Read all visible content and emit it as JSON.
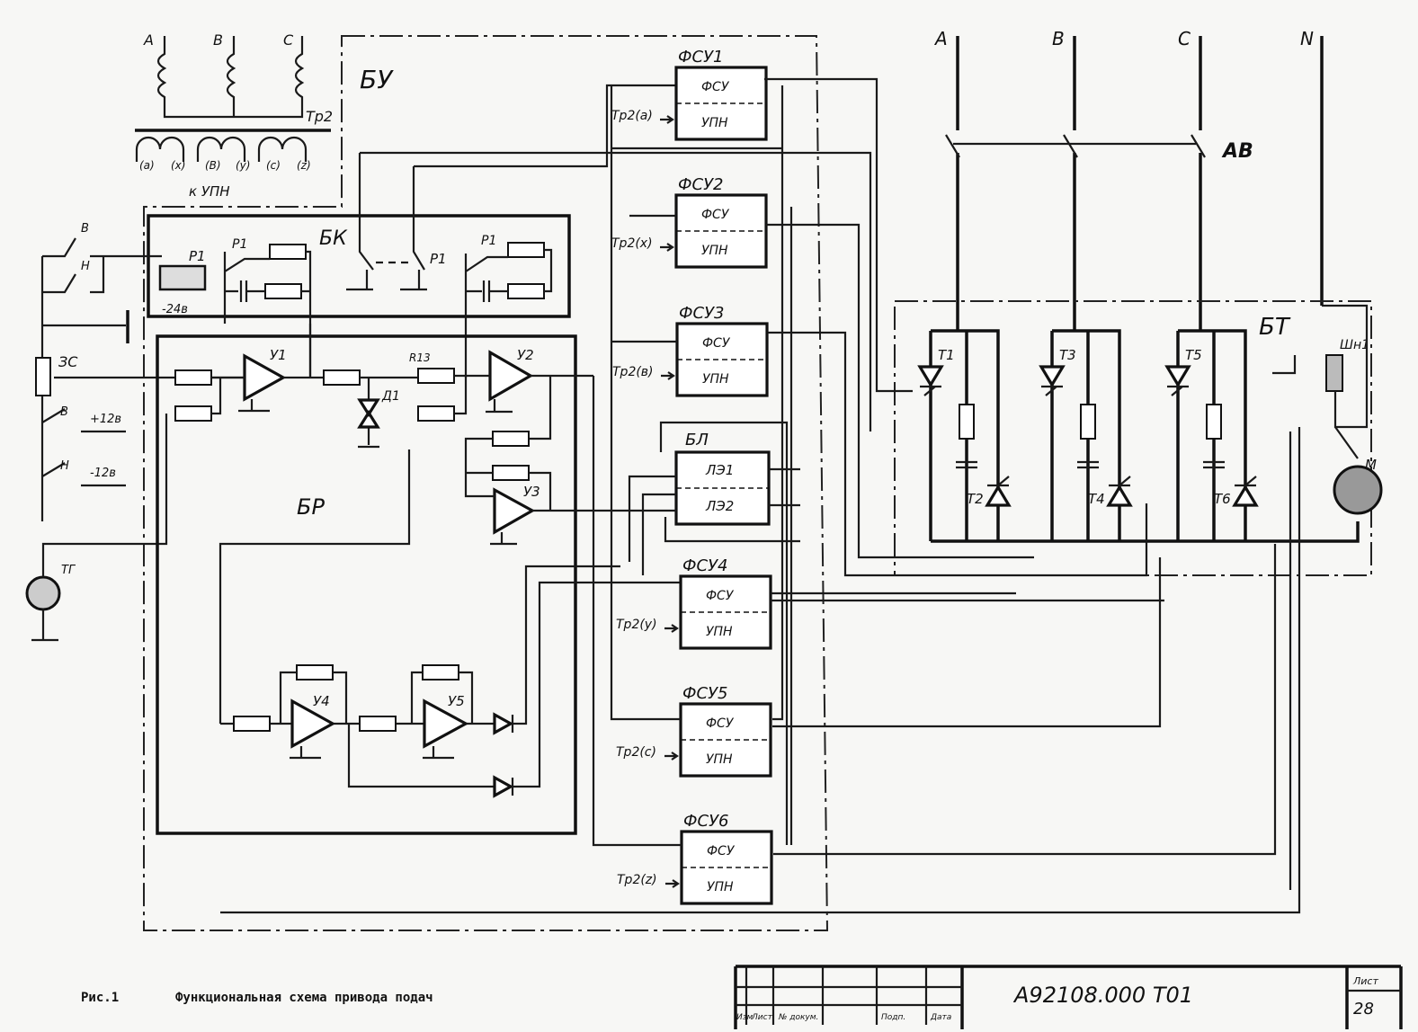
{
  "transformer": {
    "name": "Тр2",
    "phases": [
      "A",
      "B",
      "C"
    ],
    "secondary": [
      "(a)",
      "(x)",
      "(B)",
      "(y)",
      "(c)",
      "(z)"
    ],
    "to_label": "к УПН"
  },
  "blocks": {
    "bu": "БУ",
    "bk": "БК",
    "br": "БР",
    "bt": "БТ",
    "bl": "БЛ",
    "ld1": "ЛЭ1",
    "ld2": "ЛЭ2"
  },
  "fsu_units": [
    {
      "title": "ФСУ1",
      "top": "ФСУ",
      "bottom": "УПН",
      "input": "Тр2(а)"
    },
    {
      "title": "ФСУ2",
      "top": "ФСУ",
      "bottom": "УПН",
      "input": "Тр2(х)"
    },
    {
      "title": "ФСУ3",
      "top": "ФСУ",
      "bottom": "УПН",
      "input": "Тр2(в)"
    },
    {
      "title": "ФСУ4",
      "top": "ФСУ",
      "bottom": "УПН",
      "input": "Тр2(у)"
    },
    {
      "title": "ФСУ5",
      "top": "ФСУ",
      "bottom": "УПН",
      "input": "Тр2(с)"
    },
    {
      "title": "ФСУ6",
      "top": "ФСУ",
      "bottom": "УПН",
      "input": "Тр2(z)"
    }
  ],
  "bk_labels": {
    "relay": "Р1",
    "relay2": "Р1",
    "relay3": "Р1",
    "relay4": "Р1",
    "voltage": "-24в"
  },
  "left_labels": {
    "b": "В",
    "h": "Н",
    "zs": "ЗС",
    "b2": "В",
    "h2": "Н",
    "plus12": "+12в",
    "minus12": "-12в",
    "tg": "ТГ"
  },
  "amplifiers": [
    "У1",
    "У2",
    "У3",
    "У4",
    "У5"
  ],
  "br_labels": {
    "r13": "R13",
    "d1": "Д1"
  },
  "power": {
    "lines": [
      "A",
      "B",
      "C",
      "N"
    ],
    "breaker": "АВ",
    "thyristors": [
      "Т1",
      "Т3",
      "Т5",
      "Т2",
      "Т4",
      "Т6"
    ],
    "shunt": "Шн1",
    "motor": "М"
  },
  "caption": {
    "fig": "Рис.1",
    "text": "Функциональная схема привода подач"
  },
  "title_block": {
    "code": "А92108.000 Т01",
    "sheet_label": "Лист",
    "sheet": "28",
    "cols": [
      "Изм",
      "Лист",
      "№ докум.",
      "Подп.",
      "Дата"
    ]
  }
}
